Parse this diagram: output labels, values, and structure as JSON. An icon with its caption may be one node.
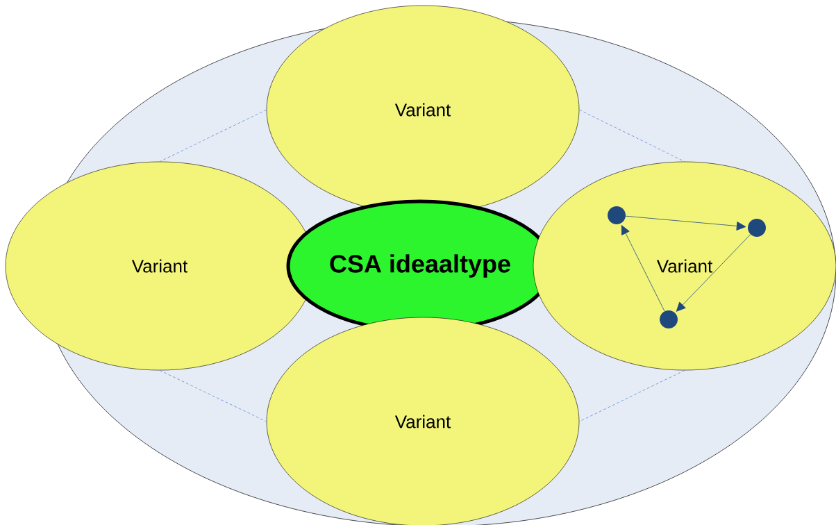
{
  "diagram": {
    "nodes": [
      {
        "text": [
          "Variant"
        ]
      },
      {
        "text": [
          "Variant"
        ]
      },
      {
        "text": [
          "CSA ideaaltype"
        ]
      },
      {
        "text": [
          "Variant"
        ]
      },
      {
        "text": [],
        "shape": "circle",
        "in": 3
      },
      {
        "text": [],
        "shape": "circle",
        "in": 3
      },
      {
        "text": [],
        "shape": "circle",
        "in": 3
      },
      {
        "text": [
          "Variant"
        ]
      }
    ],
    "edges": [
      {
        "from": 0,
        "to": 1,
        "arrow": "none",
        "style": "dashed",
        "color": "#5b8bd6"
      },
      {
        "from": 0,
        "to": 3,
        "arrow": "none",
        "style": "dashed",
        "color": "#5b8bd6"
      },
      {
        "from": 1,
        "to": 7,
        "arrow": "none",
        "style": "dashed",
        "color": "#5b8bd6"
      },
      {
        "from": 3,
        "to": 7,
        "arrow": "none",
        "style": "dashed",
        "color": "#5b8bd6"
      },
      {
        "from": 4,
        "to": 6,
        "arrow": "to"
      },
      {
        "from": 6,
        "to": 5,
        "arrow": "to"
      },
      {
        "from": 5,
        "to": 4,
        "arrow": "to"
      }
    ]
  }
}
